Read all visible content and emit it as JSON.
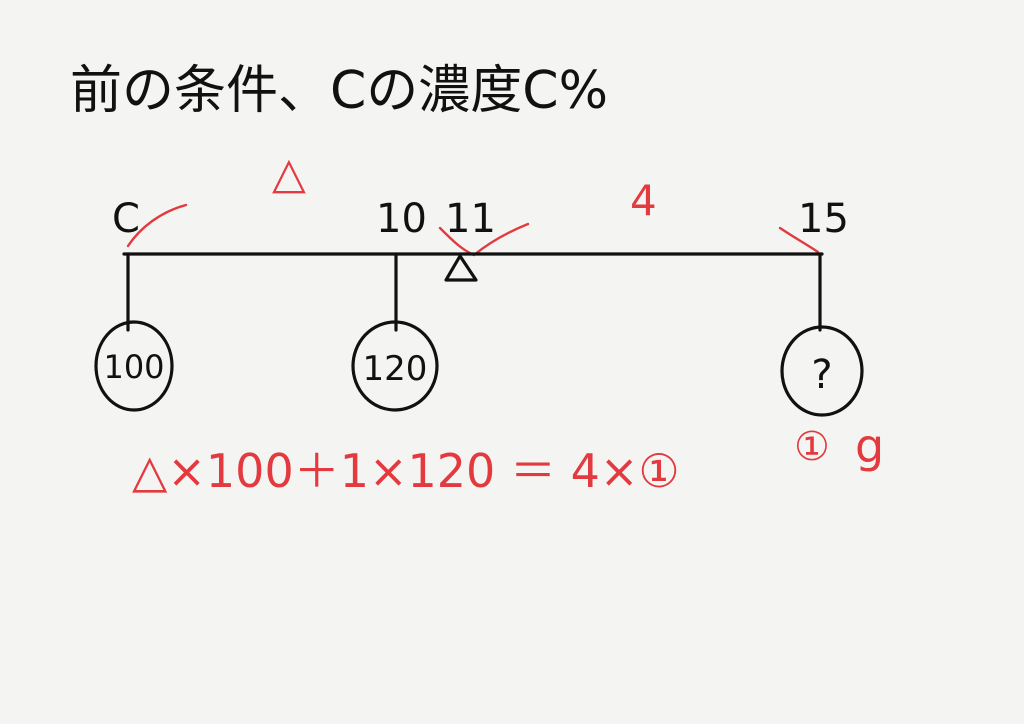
{
  "title": "前の条件、Cの濃度C%",
  "beam": {
    "labels": {
      "left": "C",
      "mid": "10",
      "pivot": "11",
      "right": "15"
    },
    "gap_left": "△",
    "gap_right": "4"
  },
  "weights": {
    "left": "100",
    "mid": "120",
    "right": "?"
  },
  "unknown_weight": {
    "marker": "①",
    "unit": "g"
  },
  "equation": "△×100＋1×120 ＝ 4×①",
  "colors": {
    "ink": "#111111",
    "red": "#e23a3f",
    "paper": "#f4f4f2"
  }
}
